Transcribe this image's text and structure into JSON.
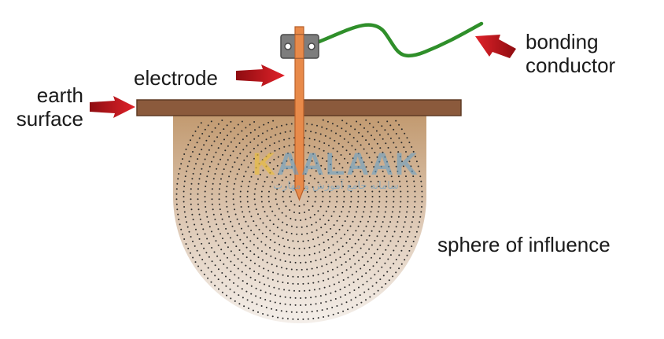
{
  "labels": {
    "earth_surface_line1": "earth",
    "earth_surface_line2": "surface",
    "electrode": "electrode",
    "bonding_line1": "bonding",
    "bonding_line2": "conductor",
    "sphere": "sphere of influence"
  },
  "watermark": {
    "logo": "KAALAAK",
    "logo_lead": "K",
    "logo_rest": "AALAAK",
    "subtitle": "سامانه جامع آموزش و مهارت"
  },
  "colors": {
    "ground": "#8b5a3c",
    "ground_edge": "#5e3a24",
    "electrode": "#e88a4a",
    "electrode_edge": "#b8602a",
    "clamp": "#7d7d7d",
    "wire": "#2f8f2a",
    "arrow": "#c8121a",
    "soil_top": "#c29a70",
    "soil_bottom": "#f4efea",
    "dots": "#2a2a2a"
  }
}
